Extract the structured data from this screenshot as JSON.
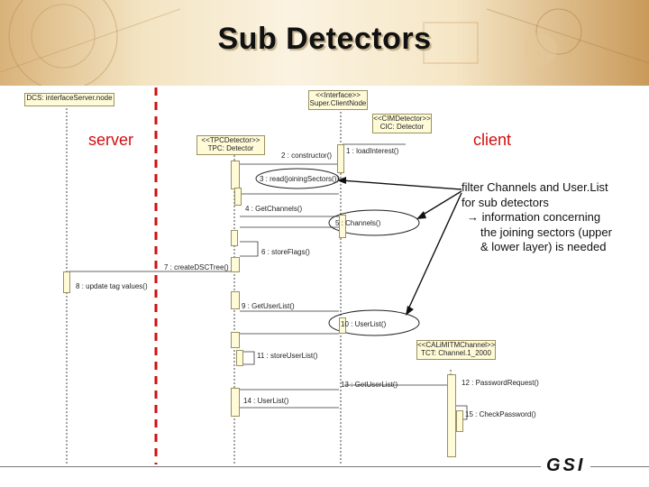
{
  "title": "Sub Detectors",
  "labels": {
    "server": "server",
    "client": "client"
  },
  "objects": {
    "server_node": "DCS: interfaceServer.node",
    "user_client": [
      "<<Interface>>",
      "Super.ClientNode"
    ],
    "sub_detector": [
      "<<CIMDetector>>",
      "CIC: Detector"
    ],
    "tpc_detector": [
      "<<TPCDetector>>",
      "TPC: Detector"
    ],
    "cal_channel": [
      "<<CALiMITMChannel>>",
      "TCT: Channel.1_2000"
    ]
  },
  "messages": [
    "1 : loadInterest()",
    "2 : constructor()",
    "3 : read(joiningSectors())",
    "4 : GetChannels()",
    "5 : Channels()",
    "6 : storeFlags()",
    "7 : createDSCTree()",
    "8 : update tag values()",
    "9 : GetUserList()",
    "10 : UserList()",
    "11 : storeUserList()",
    "12 : PasswordRequest()",
    "13 : GetUserList()",
    "14 : UserList()",
    "15 : CheckPassword()"
  ],
  "note": {
    "lines": [
      "filter Channels and User.List",
      "for sub detectors",
      "→  information concerning",
      "the joining sectors (upper",
      "& lower layer) is needed"
    ]
  },
  "colors": {
    "separator": "#d01010",
    "label_red": "#d01010",
    "box_fill": "#fffbd8"
  },
  "logo": "GSI"
}
